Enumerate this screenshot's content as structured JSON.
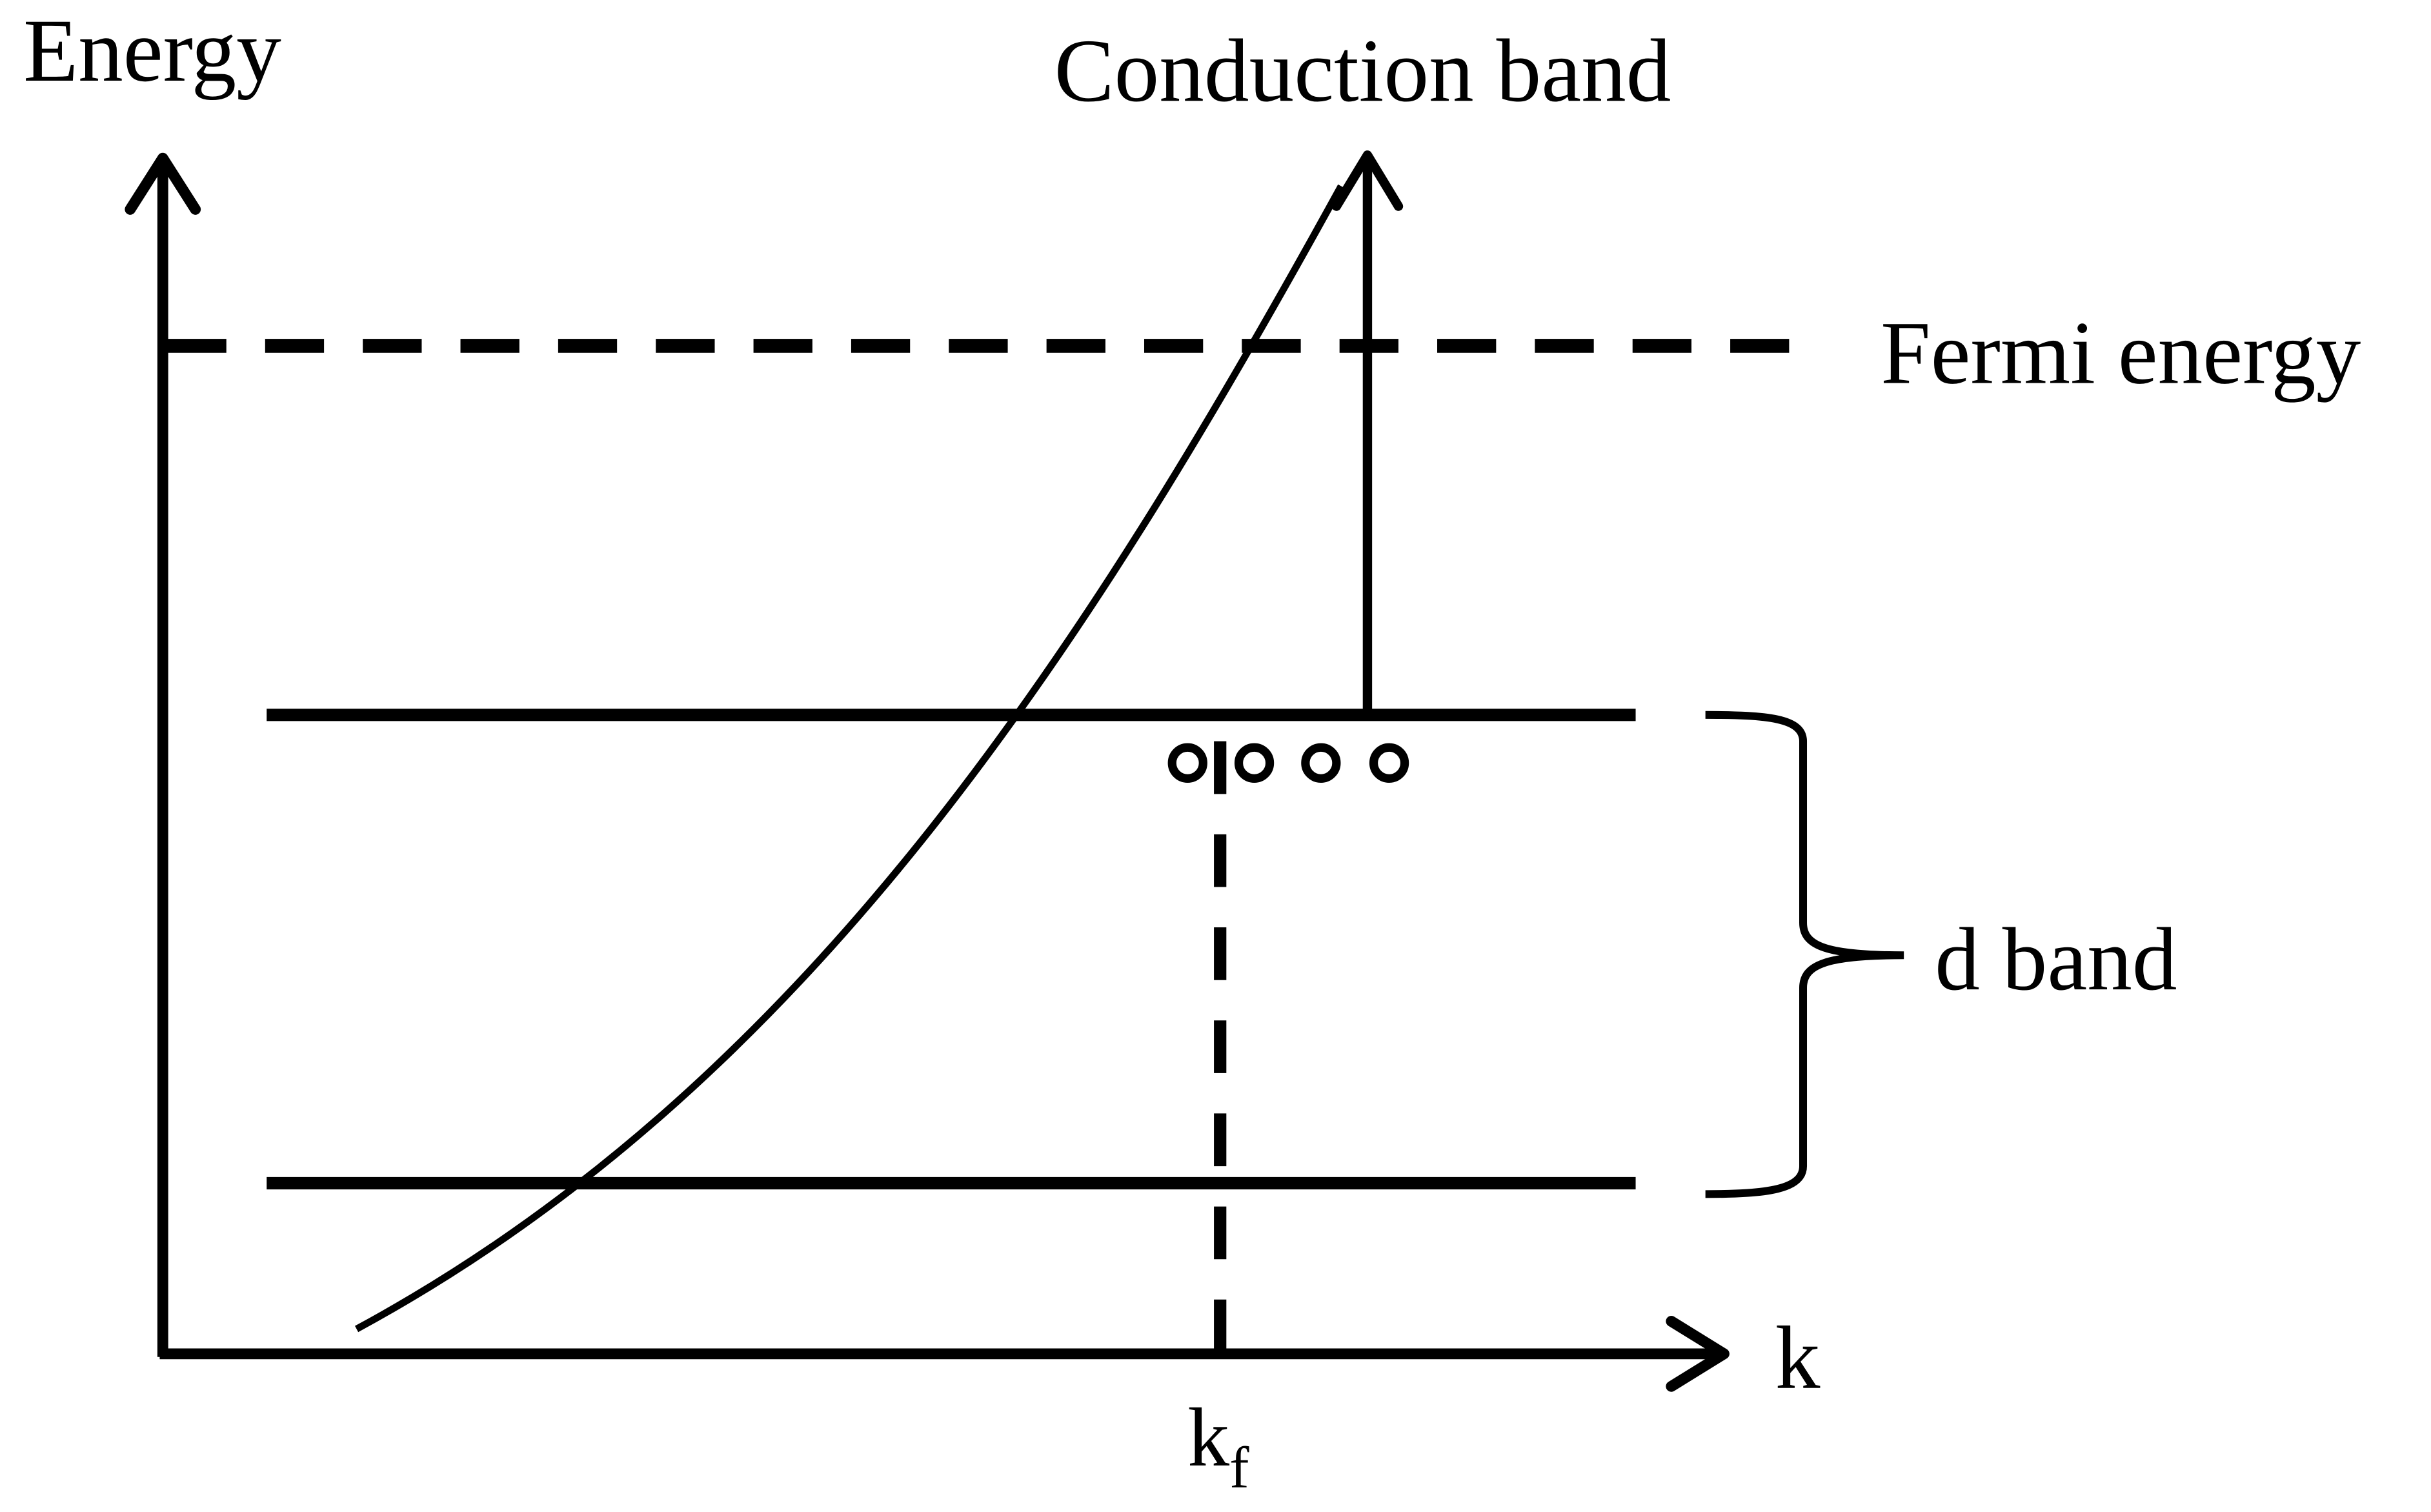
{
  "labels": {
    "y_axis": "Energy",
    "x_axis": "k",
    "conduction_band": "Conduction band",
    "fermi_energy": "Fermi energy",
    "d_band": "d band",
    "kf_main": "k",
    "kf_sub": "f"
  },
  "colors": {
    "stroke": "#000000",
    "background": "#ffffff"
  },
  "elements": {
    "holes_count": 4,
    "fermi_line_style": "dashed",
    "kf_line_style": "dashed",
    "d_band_edges": [
      "top",
      "bottom"
    ]
  }
}
